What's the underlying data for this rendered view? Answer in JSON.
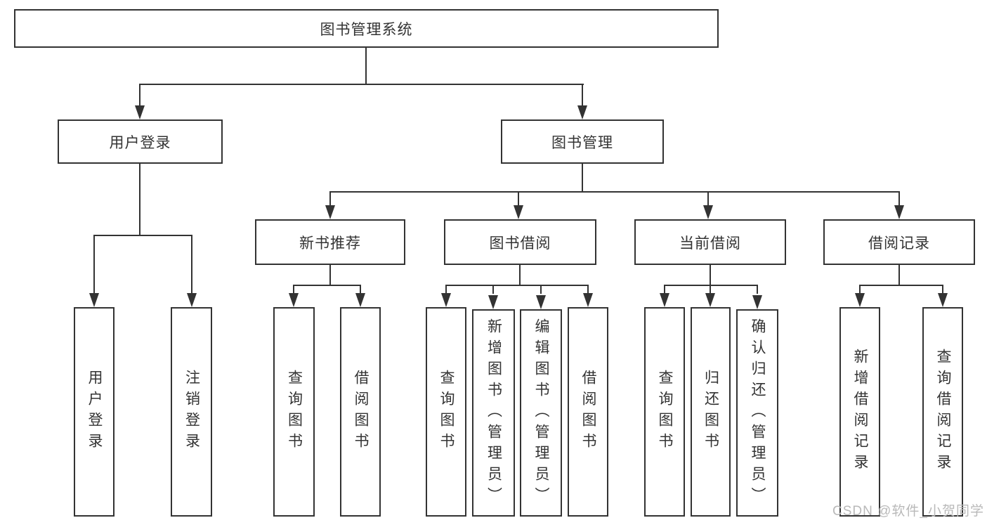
{
  "colors": {
    "line": "#333333",
    "text": "#333333",
    "watermark": "#b9b9b9",
    "background": "#ffffff"
  },
  "watermark": {
    "text": "CSDN @软件_小贺同学"
  },
  "tree": {
    "label": "图书管理系统",
    "children": [
      {
        "label": "用户登录",
        "children": [
          {
            "label": "用户登录"
          },
          {
            "label": "注销登录"
          }
        ]
      },
      {
        "label": "图书管理",
        "children": [
          {
            "label": "新书推荐",
            "children": [
              {
                "label": "查询图书"
              },
              {
                "label": "借阅图书"
              }
            ]
          },
          {
            "label": "图书借阅",
            "children": [
              {
                "label": "查询图书"
              },
              {
                "label": "新增图书（管理员）"
              },
              {
                "label": "编辑图书（管理员）"
              },
              {
                "label": "借阅图书"
              }
            ]
          },
          {
            "label": "当前借阅",
            "children": [
              {
                "label": "查询图书"
              },
              {
                "label": "归还图书"
              },
              {
                "label": "确认归还（管理员）"
              }
            ]
          },
          {
            "label": "借阅记录",
            "children": [
              {
                "label": "新增借阅记录"
              },
              {
                "label": "查询借阅记录"
              }
            ]
          }
        ]
      }
    ]
  }
}
